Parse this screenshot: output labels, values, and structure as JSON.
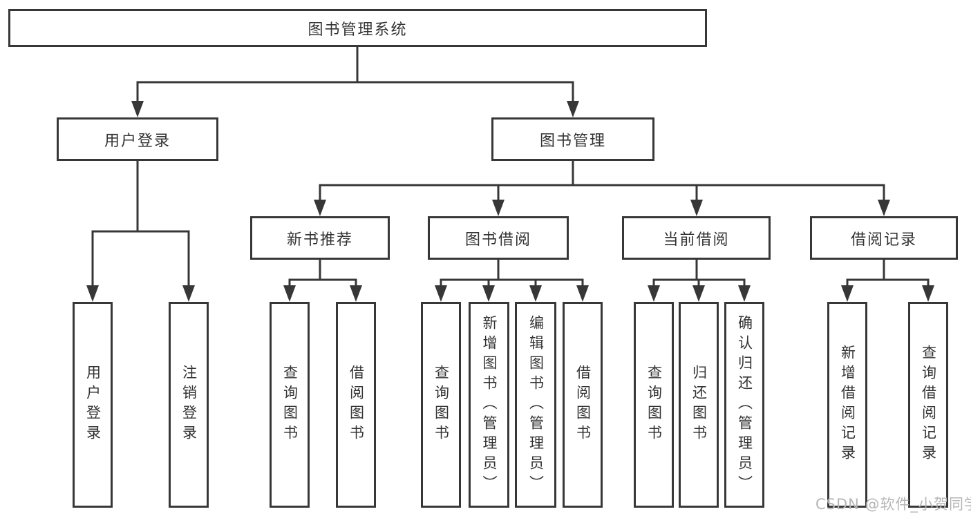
{
  "diagram": {
    "root": {
      "label": "图书管理系统"
    },
    "branches": [
      {
        "label": "用户登录",
        "children": [
          {
            "label": "用户登录"
          },
          {
            "label": "注销登录"
          }
        ]
      },
      {
        "label": "图书管理",
        "sections": [
          {
            "label": "新书推荐",
            "children": [
              {
                "label": "查询图书"
              },
              {
                "label": "借阅图书"
              }
            ]
          },
          {
            "label": "图书借阅",
            "children": [
              {
                "label": "查询图书"
              },
              {
                "label": "新增图书（管理员）"
              },
              {
                "label": "编辑图书（管理员）"
              },
              {
                "label": "借阅图书"
              }
            ]
          },
          {
            "label": "当前借阅",
            "children": [
              {
                "label": "查询图书"
              },
              {
                "label": "归还图书"
              },
              {
                "label": "确认归还（管理员）"
              }
            ]
          },
          {
            "label": "借阅记录",
            "children": [
              {
                "label": "新增借阅记录"
              },
              {
                "label": "查询借阅记录"
              }
            ]
          }
        ]
      }
    ]
  },
  "watermark": {
    "text": "CSDN @软件_小贺同学"
  },
  "colors": {
    "line": "#373737",
    "text": "#333333",
    "watermark": "#b5b5b5",
    "background": "#ffffff"
  }
}
